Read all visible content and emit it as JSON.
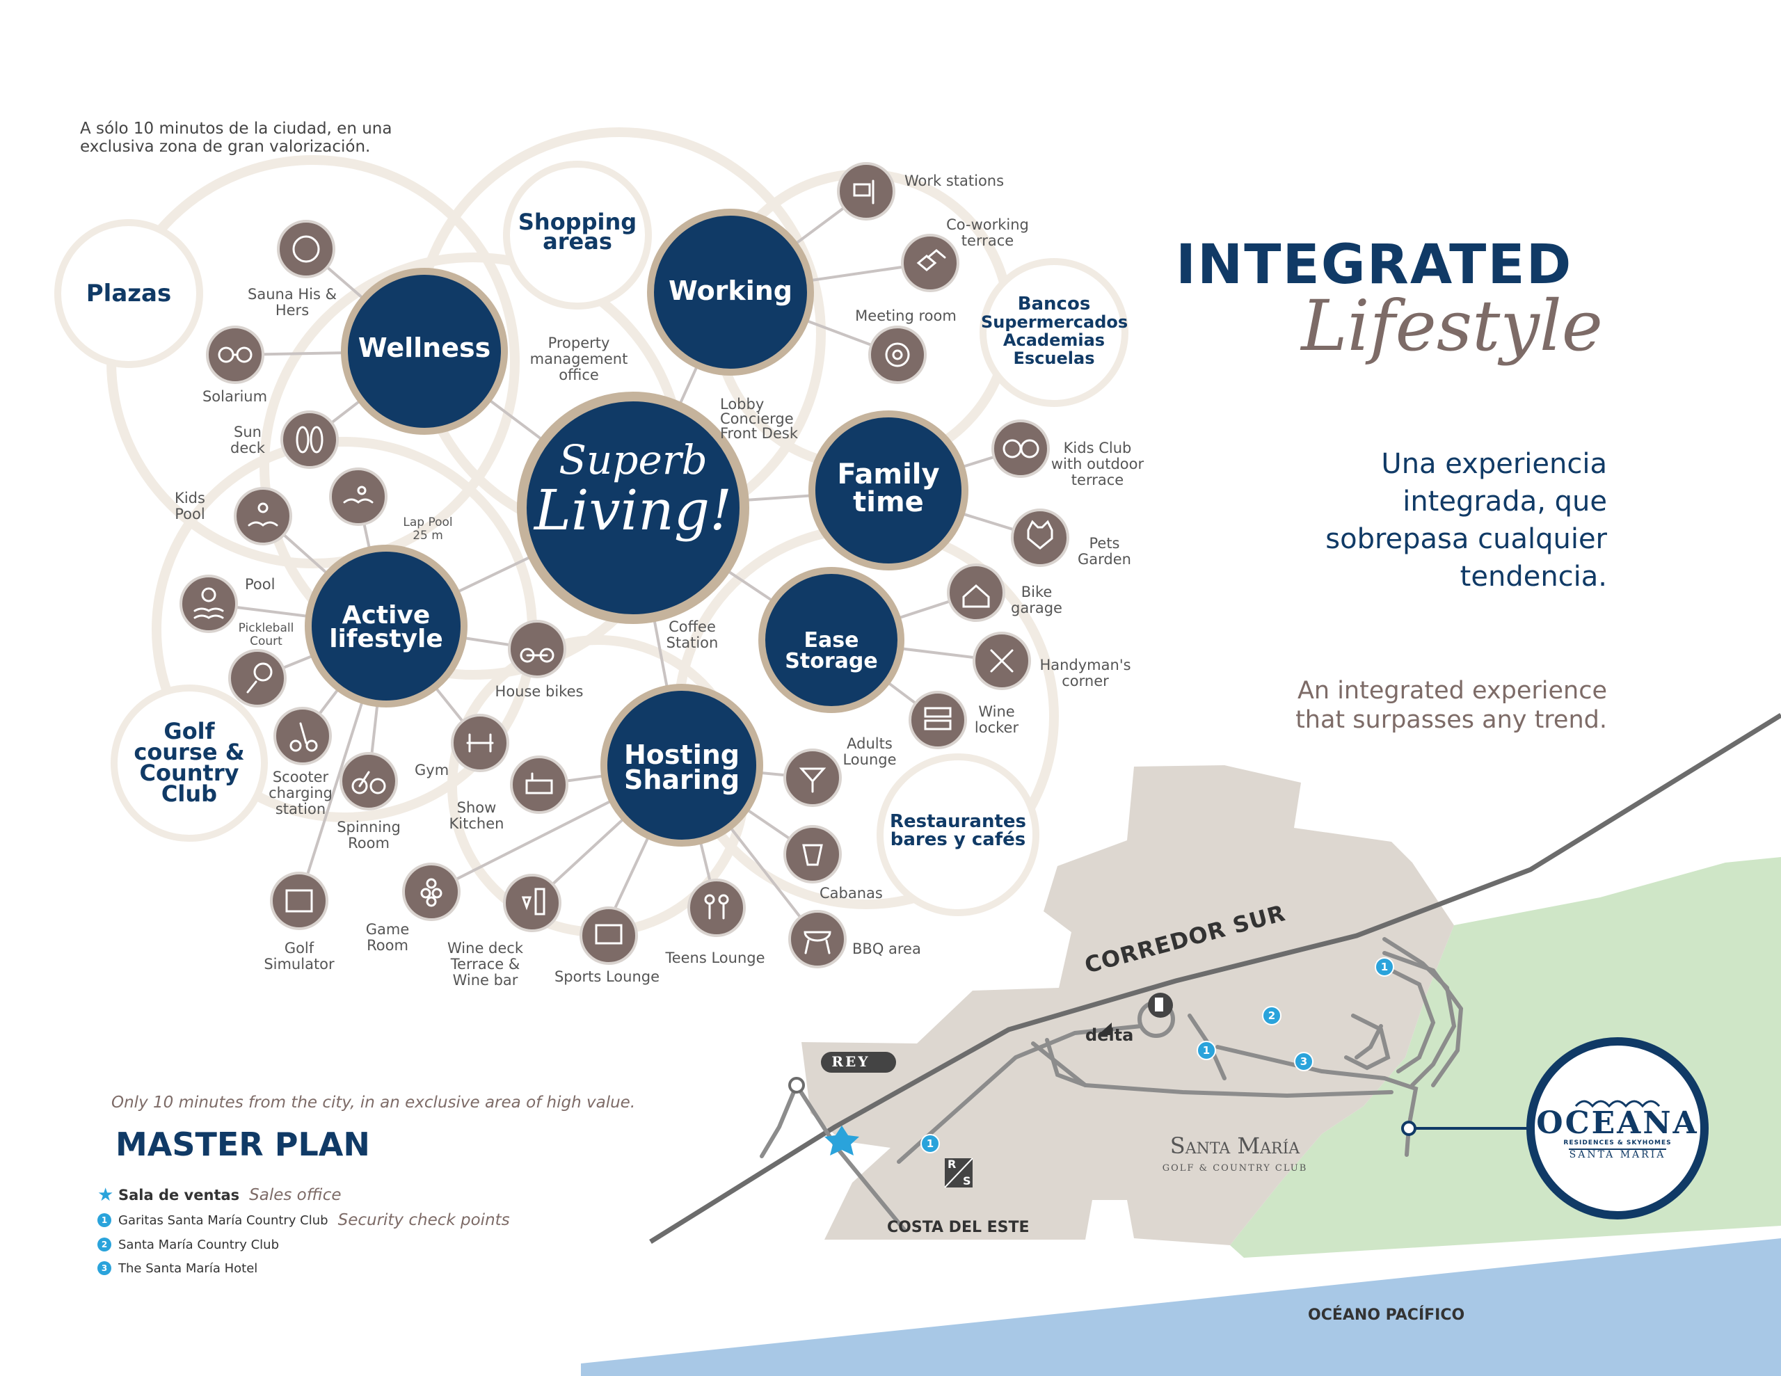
{
  "colors": {
    "navy": "#103a66",
    "taupe": "#7d6b67",
    "beige": "#ddd7d0",
    "green": "#cfe6c7",
    "sea": "#a8c8e6",
    "accent": "#2aa3db",
    "line": "#6c6c6c"
  },
  "intro_es": "A sólo 10 minutos de la ciudad, en una exclusiva zona de gran valorización.",
  "title": {
    "main": "INTEGRATED",
    "script": "Lifestyle"
  },
  "tagline_es": "Una experiencia integrada, que sobrepasa cualquier tendencia.",
  "tagline_en": "An integrated experience that surpasses any trend.",
  "center": {
    "line1": "Superb",
    "line2": "Living!"
  },
  "hubs": {
    "wellness": "Wellness",
    "working": "Working",
    "family": "Family time",
    "ease": "Ease Storage",
    "hosting": "Hosting Sharing",
    "active": "Active lifestyle"
  },
  "places": {
    "plazas": "Plazas",
    "shopping": "Shopping areas",
    "bancos": [
      "Bancos",
      "Supermercados",
      "Academias",
      "Escuelas"
    ],
    "golf": "Golf course & Country Club",
    "restaurantes": "Restaurantes bares y cafés"
  },
  "amenities": {
    "sauna": "Sauna His & Hers",
    "solarium": "Solarium",
    "sundeck": "Sun deck",
    "kidspool": "Kids Pool",
    "lappool": "Lap Pool 25 m",
    "pool": "Pool",
    "pickleball": "Pickleball Court",
    "scooter": "Scooter charging station",
    "spinning": "Spinning Room",
    "gym": "Gym",
    "housebikes": "House bikes",
    "showkitchen": "Show Kitchen",
    "golfsim": "Golf Simulator",
    "gameroom": "Game Room",
    "winedeck": "Wine deck Terrace & Wine bar",
    "sports": "Sports Lounge",
    "teens": "Teens Lounge",
    "bbq": "BBQ area",
    "cabanas": "Cabanas",
    "adults": "Adults Lounge",
    "wine": "Wine locker",
    "handyman": "Handyman's corner",
    "bike": "Bike garage",
    "pets": "Pets Garden",
    "kidsclub": "Kids Club with outdoor terrace",
    "meeting": "Meeting room",
    "cowork": "Co-working terrace",
    "workst": "Work stations",
    "property": "Property management office",
    "lobby": "Lobby Concierge Front Desk",
    "coffee": "Coffee Station"
  },
  "map": {
    "tagline_en": "Only 10 minutes from the city, in an exclusive area of high value.",
    "title": "MASTER PLAN",
    "road": "CORREDOR SUR",
    "rey": "REY",
    "delta": "delta",
    "rs": [
      "R",
      "S"
    ],
    "costa": "COSTA DEL ESTE",
    "santa_maria": "Santa María",
    "santa_maria_sub": "GOLF & COUNTRY CLUB",
    "ocean": "OCÉANO PACÍFICO",
    "markers": [
      "1",
      "2",
      "3"
    ]
  },
  "logo": {
    "name": "OCEANA",
    "sub": "RESIDENCES & SKYHOMES",
    "place": "SANTA MARÍA"
  },
  "legend": [
    {
      "marker": "star",
      "label": "Sala de ventas",
      "sub": "Sales office"
    },
    {
      "marker": "1",
      "label": "Garitas Santa María Country Club",
      "sub": "Security check points"
    },
    {
      "marker": "2",
      "label": "Santa María Country Club",
      "sub": ""
    },
    {
      "marker": "3",
      "label": "The Santa María Hotel",
      "sub": ""
    }
  ]
}
